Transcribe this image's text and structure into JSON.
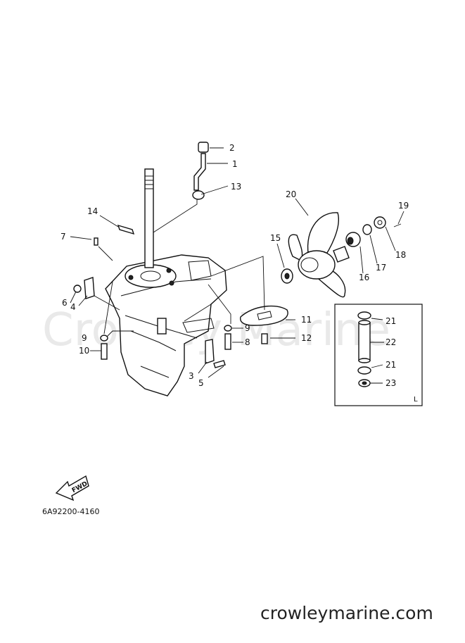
{
  "watermark": "Crowley Marine",
  "drawing_code": "6A92200-4160",
  "site_url": "crowleymarine.com",
  "fwd_label": "FWD",
  "inset_label": "L",
  "callouts": {
    "c1": "1",
    "c2": "2",
    "c3": "3",
    "c4": "4",
    "c5": "5",
    "c6": "6",
    "c7": "7",
    "c8": "8",
    "c9a": "9",
    "c9b": "9",
    "c10": "10",
    "c11": "11",
    "c12": "12",
    "c13": "13",
    "c14": "14",
    "c15": "15",
    "c16": "16",
    "c17": "17",
    "c18": "18",
    "c19": "19",
    "c20": "20",
    "c21a": "21",
    "c21b": "21",
    "c22": "22",
    "c23": "23"
  }
}
